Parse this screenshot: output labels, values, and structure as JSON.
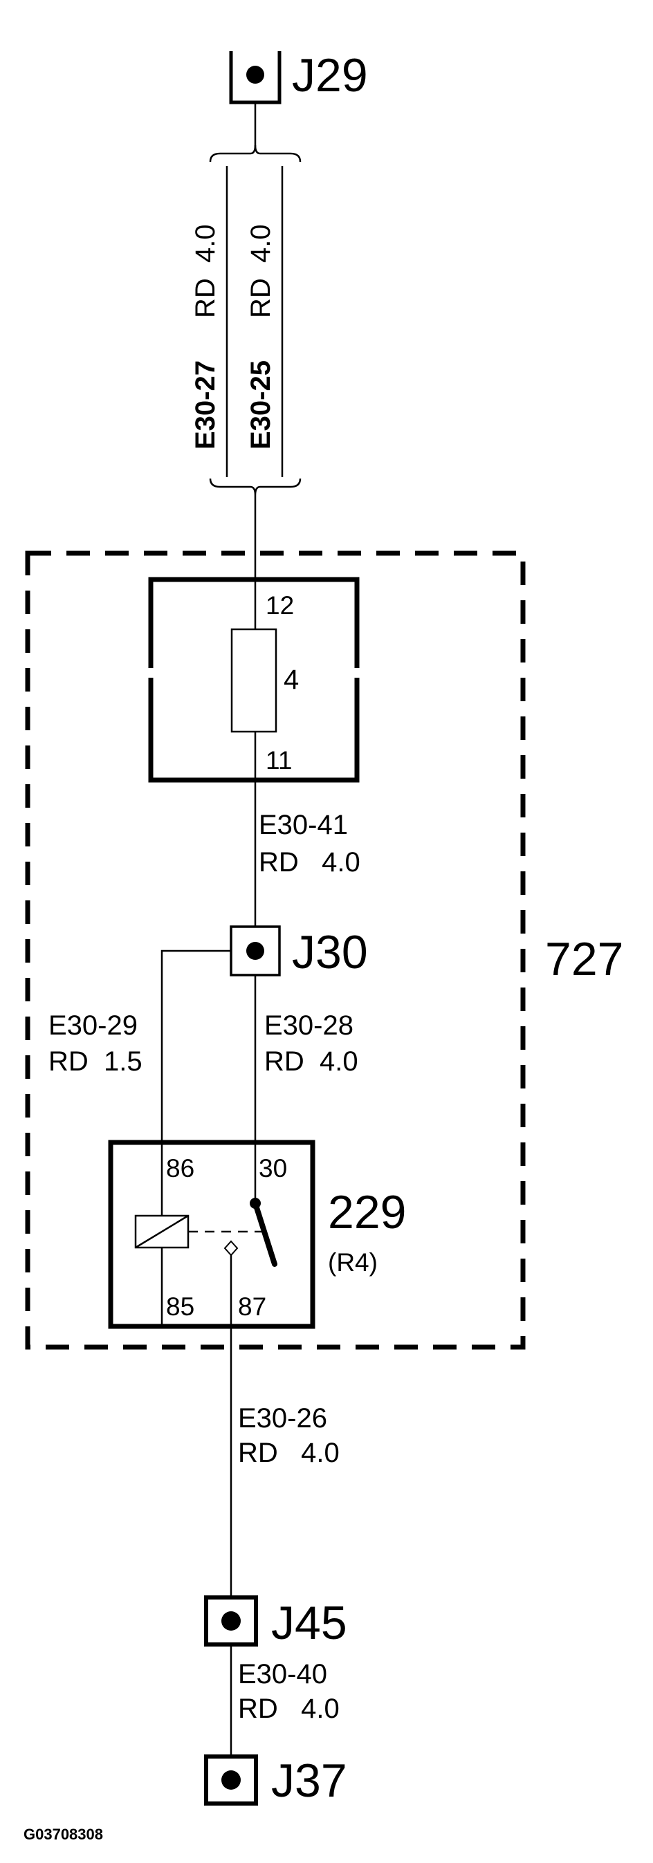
{
  "connectors": {
    "j29": "J29",
    "j30": "J30",
    "j45": "J45",
    "j37": "J37"
  },
  "wires": {
    "w27_id": "E30-27",
    "w27_spec": "RD  4.0",
    "w25_id": "E30-25",
    "w25_spec": "RD  4.0",
    "w41_id": "E30-41",
    "w41_spec": "RD   4.0",
    "w29_id": "E30-29",
    "w29_spec": "RD  1.5",
    "w28_id": "E30-28",
    "w28_spec": "RD  4.0",
    "w26_id": "E30-26",
    "w26_spec": "RD   4.0",
    "w40_id": "E30-40",
    "w40_spec": "RD   4.0"
  },
  "fuse": {
    "number": "4",
    "pin_top": "12",
    "pin_bottom": "11"
  },
  "module": {
    "number": "727"
  },
  "relay": {
    "number": "229",
    "code": "(R4)",
    "pin_86": "86",
    "pin_30": "30",
    "pin_85": "85",
    "pin_87": "87"
  },
  "figure_id": "G03708308"
}
